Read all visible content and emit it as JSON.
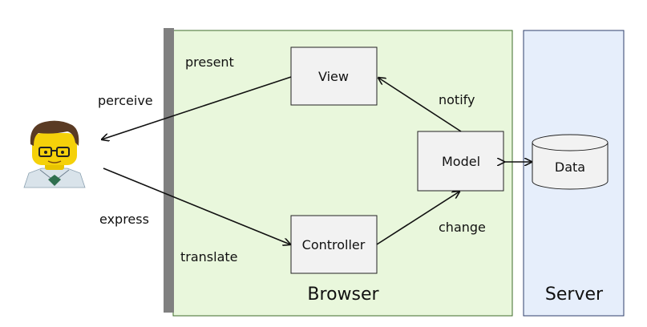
{
  "diagram": {
    "regions": {
      "browser": {
        "label": "Browser",
        "fill": "#e9f7dc",
        "stroke": "#3d6b2a"
      },
      "server": {
        "label": "Server",
        "fill": "#e6eefb",
        "stroke": "#2f3f6b"
      }
    },
    "nodes": {
      "view": "View",
      "model": "Model",
      "controller": "Controller",
      "data": "Data"
    },
    "edge_labels": {
      "perceive": "perceive",
      "present": "present",
      "express": "express",
      "translate": "translate",
      "notify": "notify",
      "change": "change"
    },
    "node_fill": "#f2f2f2",
    "screen_bar_color": "#808080",
    "user_icon": "lego-user-icon"
  }
}
